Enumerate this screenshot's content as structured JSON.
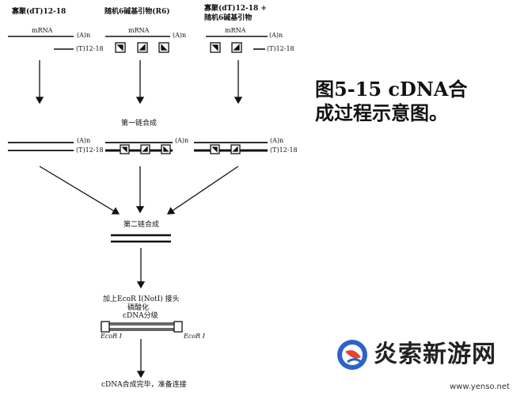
{
  "columns": [
    {
      "primer": "寡聚(dT)12-18",
      "rna": "mRNA",
      "polyA": "(A)n",
      "dt": "(T)12-18"
    },
    {
      "primer": "随机6碱基引物(R6)",
      "rna": "mRNA",
      "polyA": "(A)n"
    },
    {
      "primer": "寡聚(dT)12-18 +",
      "primer2": "随机6碱基引物",
      "rna": "mRNA",
      "polyA": "(A)n",
      "dt": "(T)12-18"
    }
  ],
  "stage1": {
    "title": "第一链合成",
    "left_polyA": "(A)n",
    "left_dt": "(T)12-18",
    "mid_polyA": "(A)n",
    "right_polyA": "(A)n",
    "right_dt": "(T)12-18"
  },
  "stage2": {
    "title": "第二链合成"
  },
  "stage3": {
    "line1": "加上EcoR I(NotI) 接头",
    "line2": "磷酸化",
    "line3": "cDNA分级",
    "ecor_left": "EcoR I",
    "ecor_right": "EcoR I"
  },
  "stage4": {
    "title": "cDNA合成完毕，准备连接"
  },
  "caption": {
    "line1": "图5-15 cDNA合",
    "line2": "成过程示意图。"
  },
  "watermark": {
    "name": "炎索新游网",
    "url": "www.yenso.net"
  }
}
